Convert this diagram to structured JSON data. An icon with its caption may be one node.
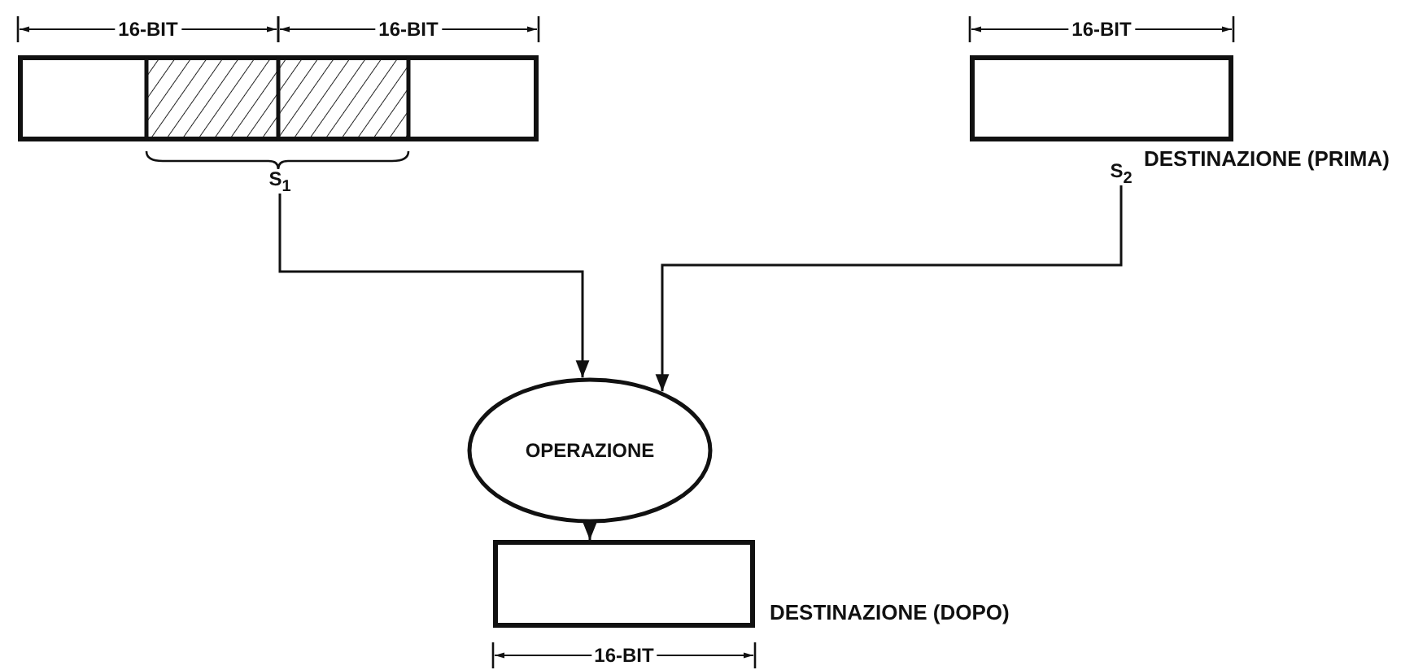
{
  "diagram": {
    "nodes": [
      {
        "text": [],
        "shape": "box"
      },
      {
        "text": [],
        "shape": "box",
        "beside": [
          "DESTINAZIONE (PRIMA)"
        ]
      },
      {
        "text": [
          "S$_{1}$"
        ]
      },
      {
        "text": [
          "S$_{2}$"
        ]
      },
      {
        "text": [
          "OPERAZIONE"
        ]
      },
      {
        "text": [],
        "shape": "box",
        "beside": [
          "DESTINAZIONE (DOPO)"
        ]
      }
    ],
    "edges": [
      {
        "from": 2,
        "to": 4,
        "arrow": "to"
      },
      {
        "from": 3,
        "to": 4,
        "arrow": "to"
      },
      {
        "from": 4,
        "to": 5,
        "arrow": "to"
      }
    ],
    "labels": [
      "16-BIT",
      "16-BIT",
      "16-BIT",
      "16-BIT"
    ]
  }
}
